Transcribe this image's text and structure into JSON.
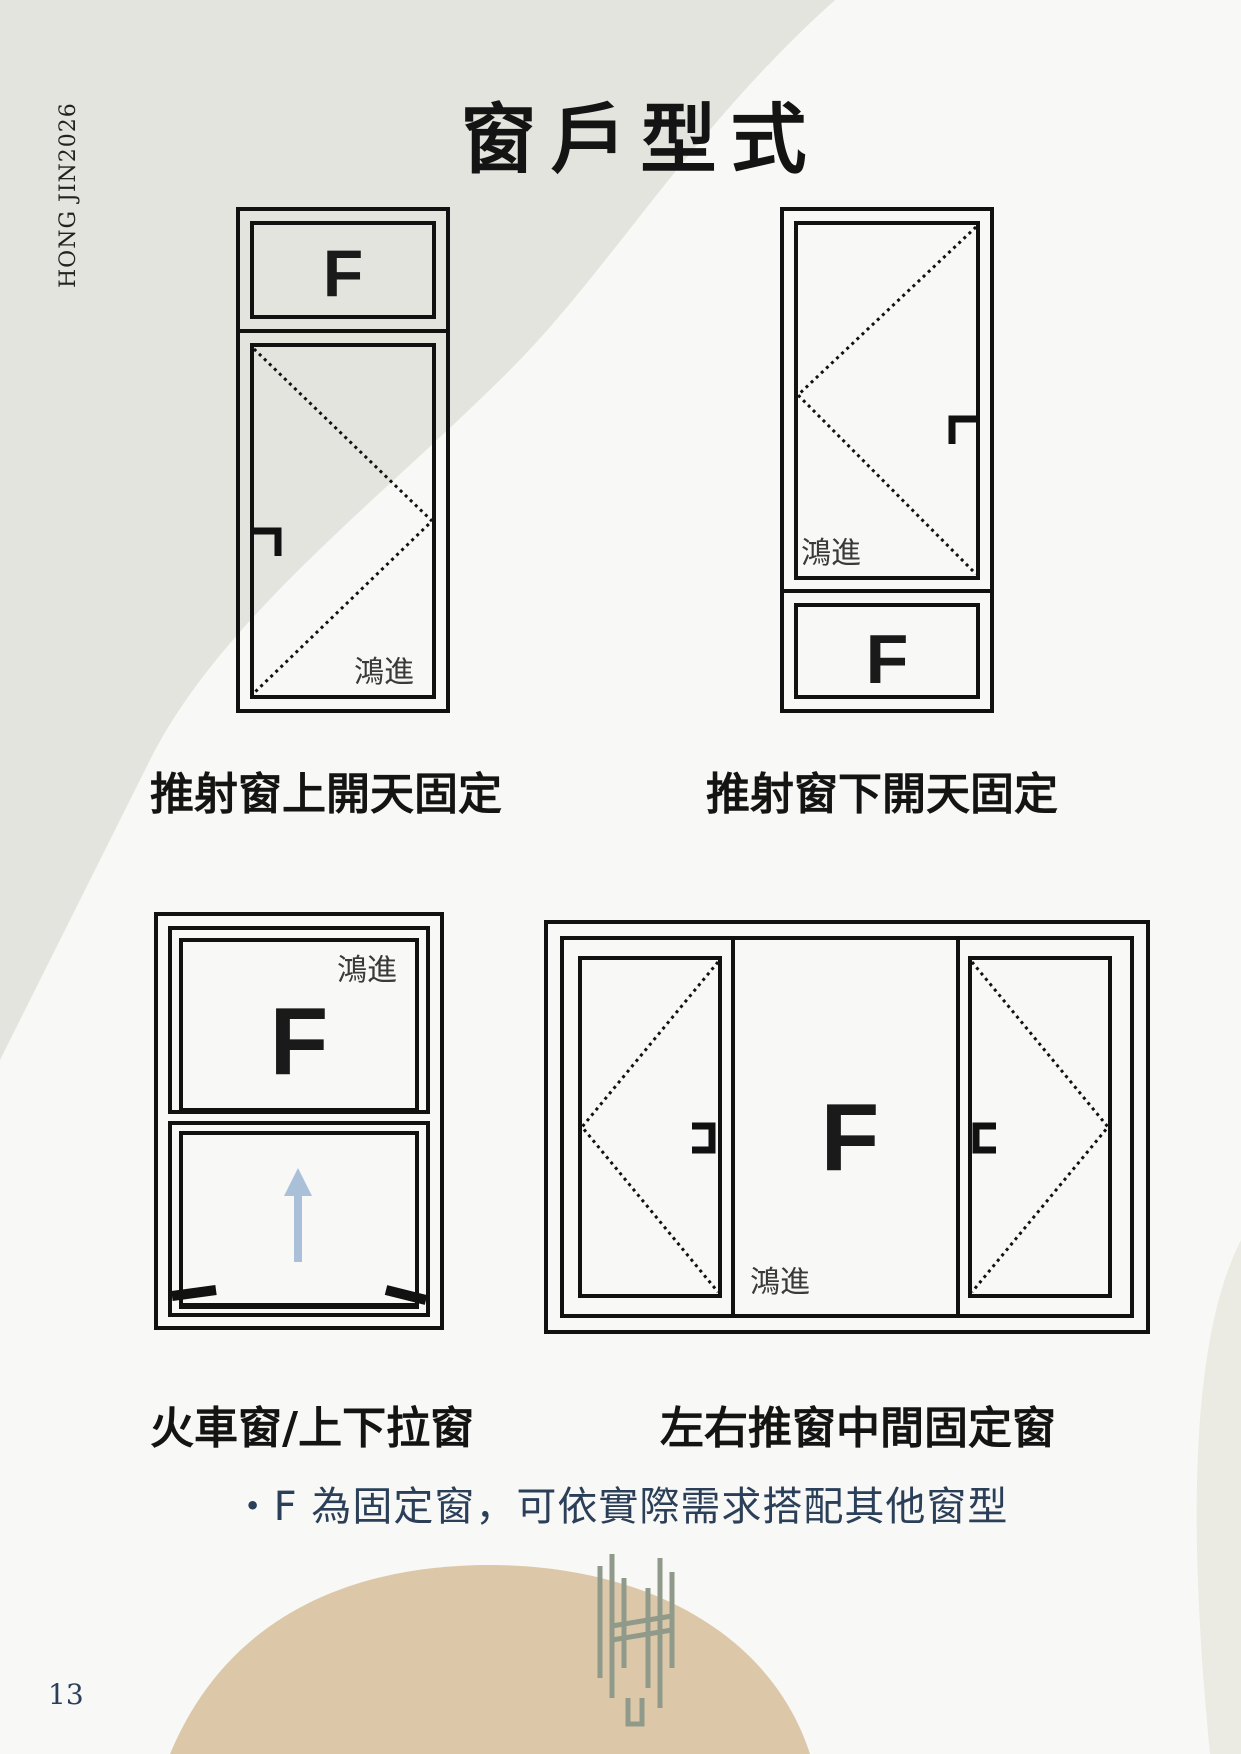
{
  "header": {
    "brand": "HONG JIN2026",
    "title": "窗戶型式"
  },
  "windows": [
    {
      "caption": "推射窗上開天固定",
      "fixed_label": "F",
      "maker_label": "鴻進"
    },
    {
      "caption": "推射窗下開天固定",
      "fixed_label": "F",
      "maker_label": "鴻進"
    },
    {
      "caption": "火車窗/上下拉窗",
      "fixed_label": "F",
      "maker_label": "鴻進"
    },
    {
      "caption": "左右推窗中間固定窗",
      "fixed_label": "F",
      "maker_label": "鴻進"
    }
  ],
  "note": "・F 為固定窗，可依實際需求搭配其他窗型",
  "footer": {
    "page_number": "13"
  },
  "colors": {
    "background": "#f8f8f6",
    "sage_shape": "#e2e4dd",
    "sand_shape": "#dcc8a8",
    "note_text": "#2b3f59",
    "arrow": "#a9c0d8"
  }
}
